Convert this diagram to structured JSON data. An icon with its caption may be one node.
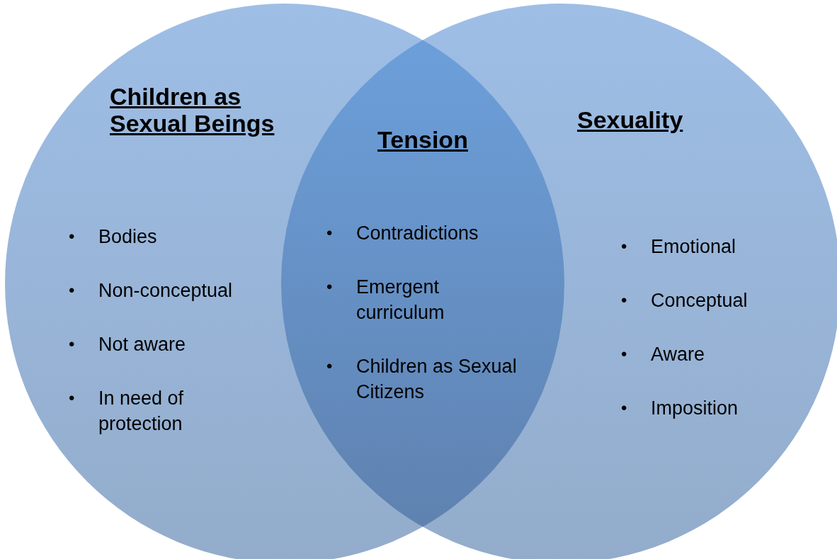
{
  "diagram": {
    "nodes": [
      {
        "text": [
          "Children as Sexual Beings",
          "• Bodies",
          "• Non-conceptual",
          "• Not aware",
          "• In need of protection"
        ]
      },
      {
        "text": [
          "Tension",
          "• Contradictions",
          "• Emergent curriculum",
          "• Children as Sexual Citizens"
        ]
      },
      {
        "text": [
          "Sexuality",
          "• Emotional",
          "• Conceptual",
          "• Aware",
          "• Imposition"
        ]
      }
    ],
    "edges": []
  }
}
